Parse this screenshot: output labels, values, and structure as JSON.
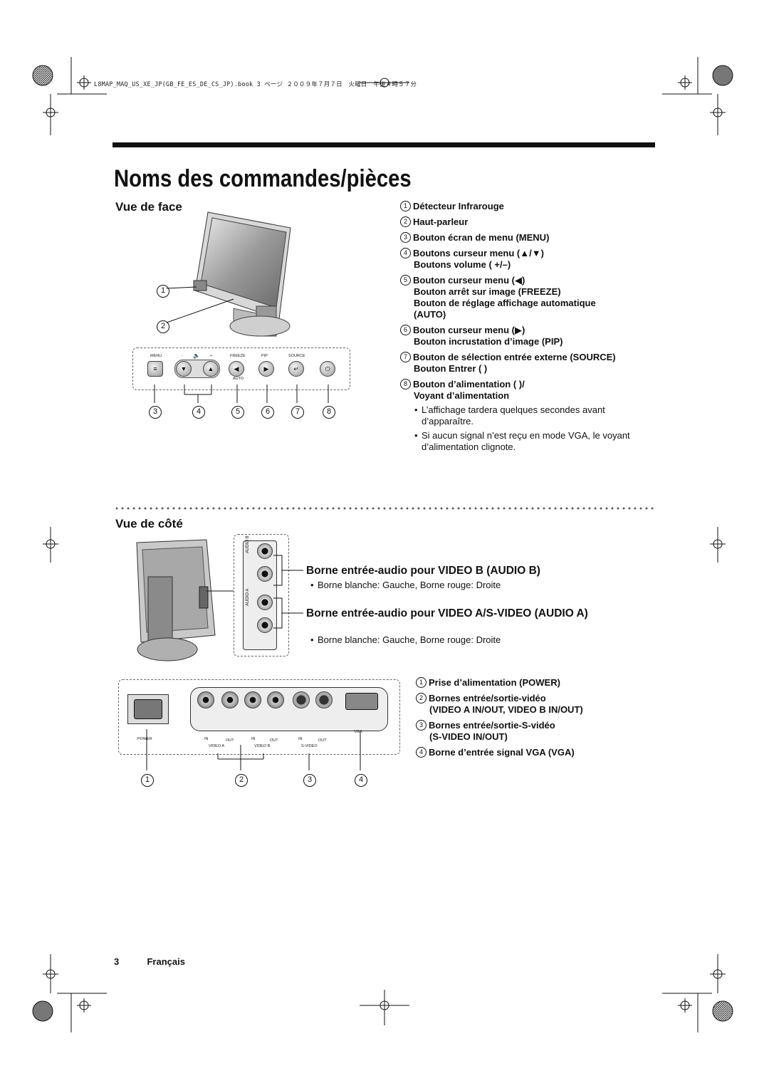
{
  "print_header": "L8MAP_MAQ_US_XE_JP(GB_FE_ES_DE_CS_JP).book  3 ページ  ２００９年７月７日　火曜日　午後４時５７分",
  "page_title": "Noms des commandes/pièces",
  "front": {
    "heading": "Vue de face",
    "callout_numbers": [
      "1",
      "2",
      "3",
      "4",
      "5",
      "6",
      "7",
      "8"
    ],
    "panel_labels": [
      "MENU",
      "-",
      "+",
      "FREEZE",
      "PIP",
      "SOURCE",
      "AUTO"
    ],
    "items": [
      {
        "num": "1",
        "lines": [
          "Détecteur Infrarouge"
        ]
      },
      {
        "num": "2",
        "lines": [
          "Haut-parleur"
        ]
      },
      {
        "num": "3",
        "lines": [
          "Bouton écran de menu (MENU)"
        ]
      },
      {
        "num": "4",
        "lines": [
          "Boutons curseur menu (▲/▼)",
          "Boutons volume (  +/–)"
        ]
      },
      {
        "num": "5",
        "lines": [
          "Bouton curseur menu (◀)",
          "Bouton arrêt sur image (FREEZE)",
          "Bouton de réglage affichage automatique",
          "(AUTO)"
        ]
      },
      {
        "num": "6",
        "lines": [
          "Bouton curseur menu (▶)",
          "Bouton incrustation d’image (PIP)"
        ]
      },
      {
        "num": "7",
        "lines": [
          "Bouton de sélection entrée externe (SOURCE)",
          "Bouton Entrer (  )"
        ]
      },
      {
        "num": "8",
        "lines": [
          "Bouton d’alimentation (  )/",
          "Voyant d’alimentation"
        ]
      }
    ],
    "bullets": [
      "L’affichage tardera quelques secondes avant d’apparaître.",
      "Si aucun signal n’est reçu en mode VGA, le voyant d’alimentation clignote."
    ]
  },
  "side": {
    "heading": "Vue de côté",
    "jack_labels": [
      "AUDIO B",
      "AUDIO A"
    ],
    "audio_b_title": "Borne entrée-audio pour VIDEO B (AUDIO B)",
    "audio_b_note": "Borne blanche: Gauche, Borne rouge: Droite",
    "audio_a_title": "Borne entrée-audio pour VIDEO A/S-VIDEO (AUDIO A)",
    "audio_a_note": "Borne blanche: Gauche, Borne rouge: Droite"
  },
  "rear": {
    "panel_labels": {
      "power": "POWER",
      "vga": "VGA",
      "in": "IN",
      "out": "OUT",
      "video_a": "VIDEO A",
      "video_b": "VIDEO B",
      "svideo": "S-VIDEO"
    },
    "callout_numbers": [
      "1",
      "2",
      "3",
      "4"
    ],
    "items": [
      {
        "num": "1",
        "lines": [
          "Prise d’alimentation (POWER)"
        ]
      },
      {
        "num": "2",
        "lines": [
          "Bornes entrée/sortie-vidéo",
          "(VIDEO A IN/OUT, VIDEO B IN/OUT)"
        ]
      },
      {
        "num": "3",
        "lines": [
          "Bornes entrée/sortie-S-vidéo",
          "(S-VIDEO IN/OUT)"
        ]
      },
      {
        "num": "4",
        "lines": [
          "Borne d’entrée signal VGA (VGA)"
        ]
      }
    ]
  },
  "footer": {
    "page_number": "3",
    "language": "Français"
  },
  "colors": {
    "text": "#111111",
    "rule": "#111111",
    "dash": "#666666"
  }
}
